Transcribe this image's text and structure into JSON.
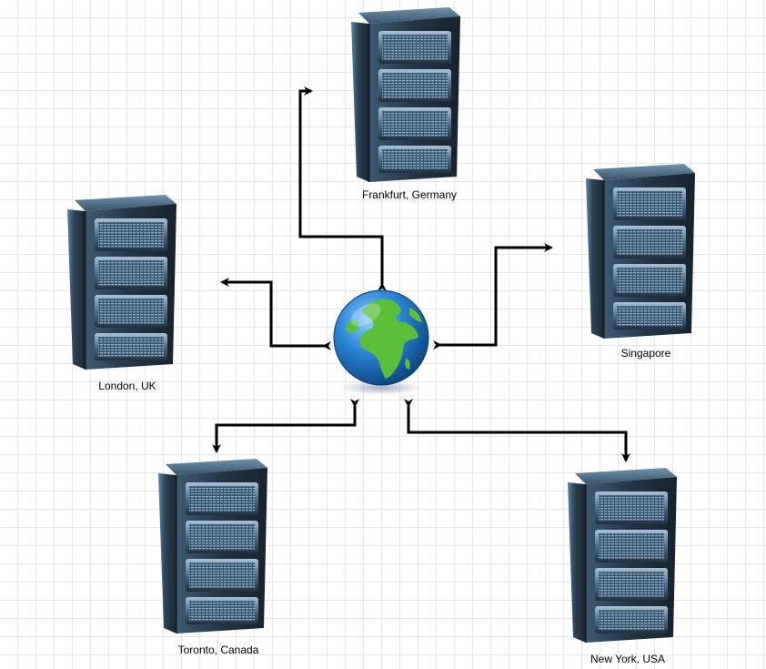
{
  "diagram": {
    "servers": [
      {
        "id": "frankfurt",
        "label": "Frankfurt, Germany"
      },
      {
        "id": "singapore",
        "label": "Singapore"
      },
      {
        "id": "london",
        "label": "London, UK"
      },
      {
        "id": "toronto",
        "label": "Toronto, Canada"
      },
      {
        "id": "newyork",
        "label": "New York, USA"
      }
    ],
    "center": {
      "icon": "globe-icon"
    },
    "connections": [
      {
        "from": "globe",
        "to": "frankfurt",
        "style": "bidirectional-arrow"
      },
      {
        "from": "globe",
        "to": "singapore",
        "style": "bidirectional-arrow"
      },
      {
        "from": "globe",
        "to": "london",
        "style": "bidirectional-arrow"
      },
      {
        "from": "globe",
        "to": "toronto",
        "style": "bidirectional-arrow"
      },
      {
        "from": "globe",
        "to": "newyork",
        "style": "bidirectional-arrow"
      }
    ],
    "colors": {
      "server_body": "#2b3f52",
      "server_highlight": "#7fa6c4",
      "ocean": "#1f6fc0",
      "land": "#5cbf3a",
      "connector": "#000000"
    }
  }
}
